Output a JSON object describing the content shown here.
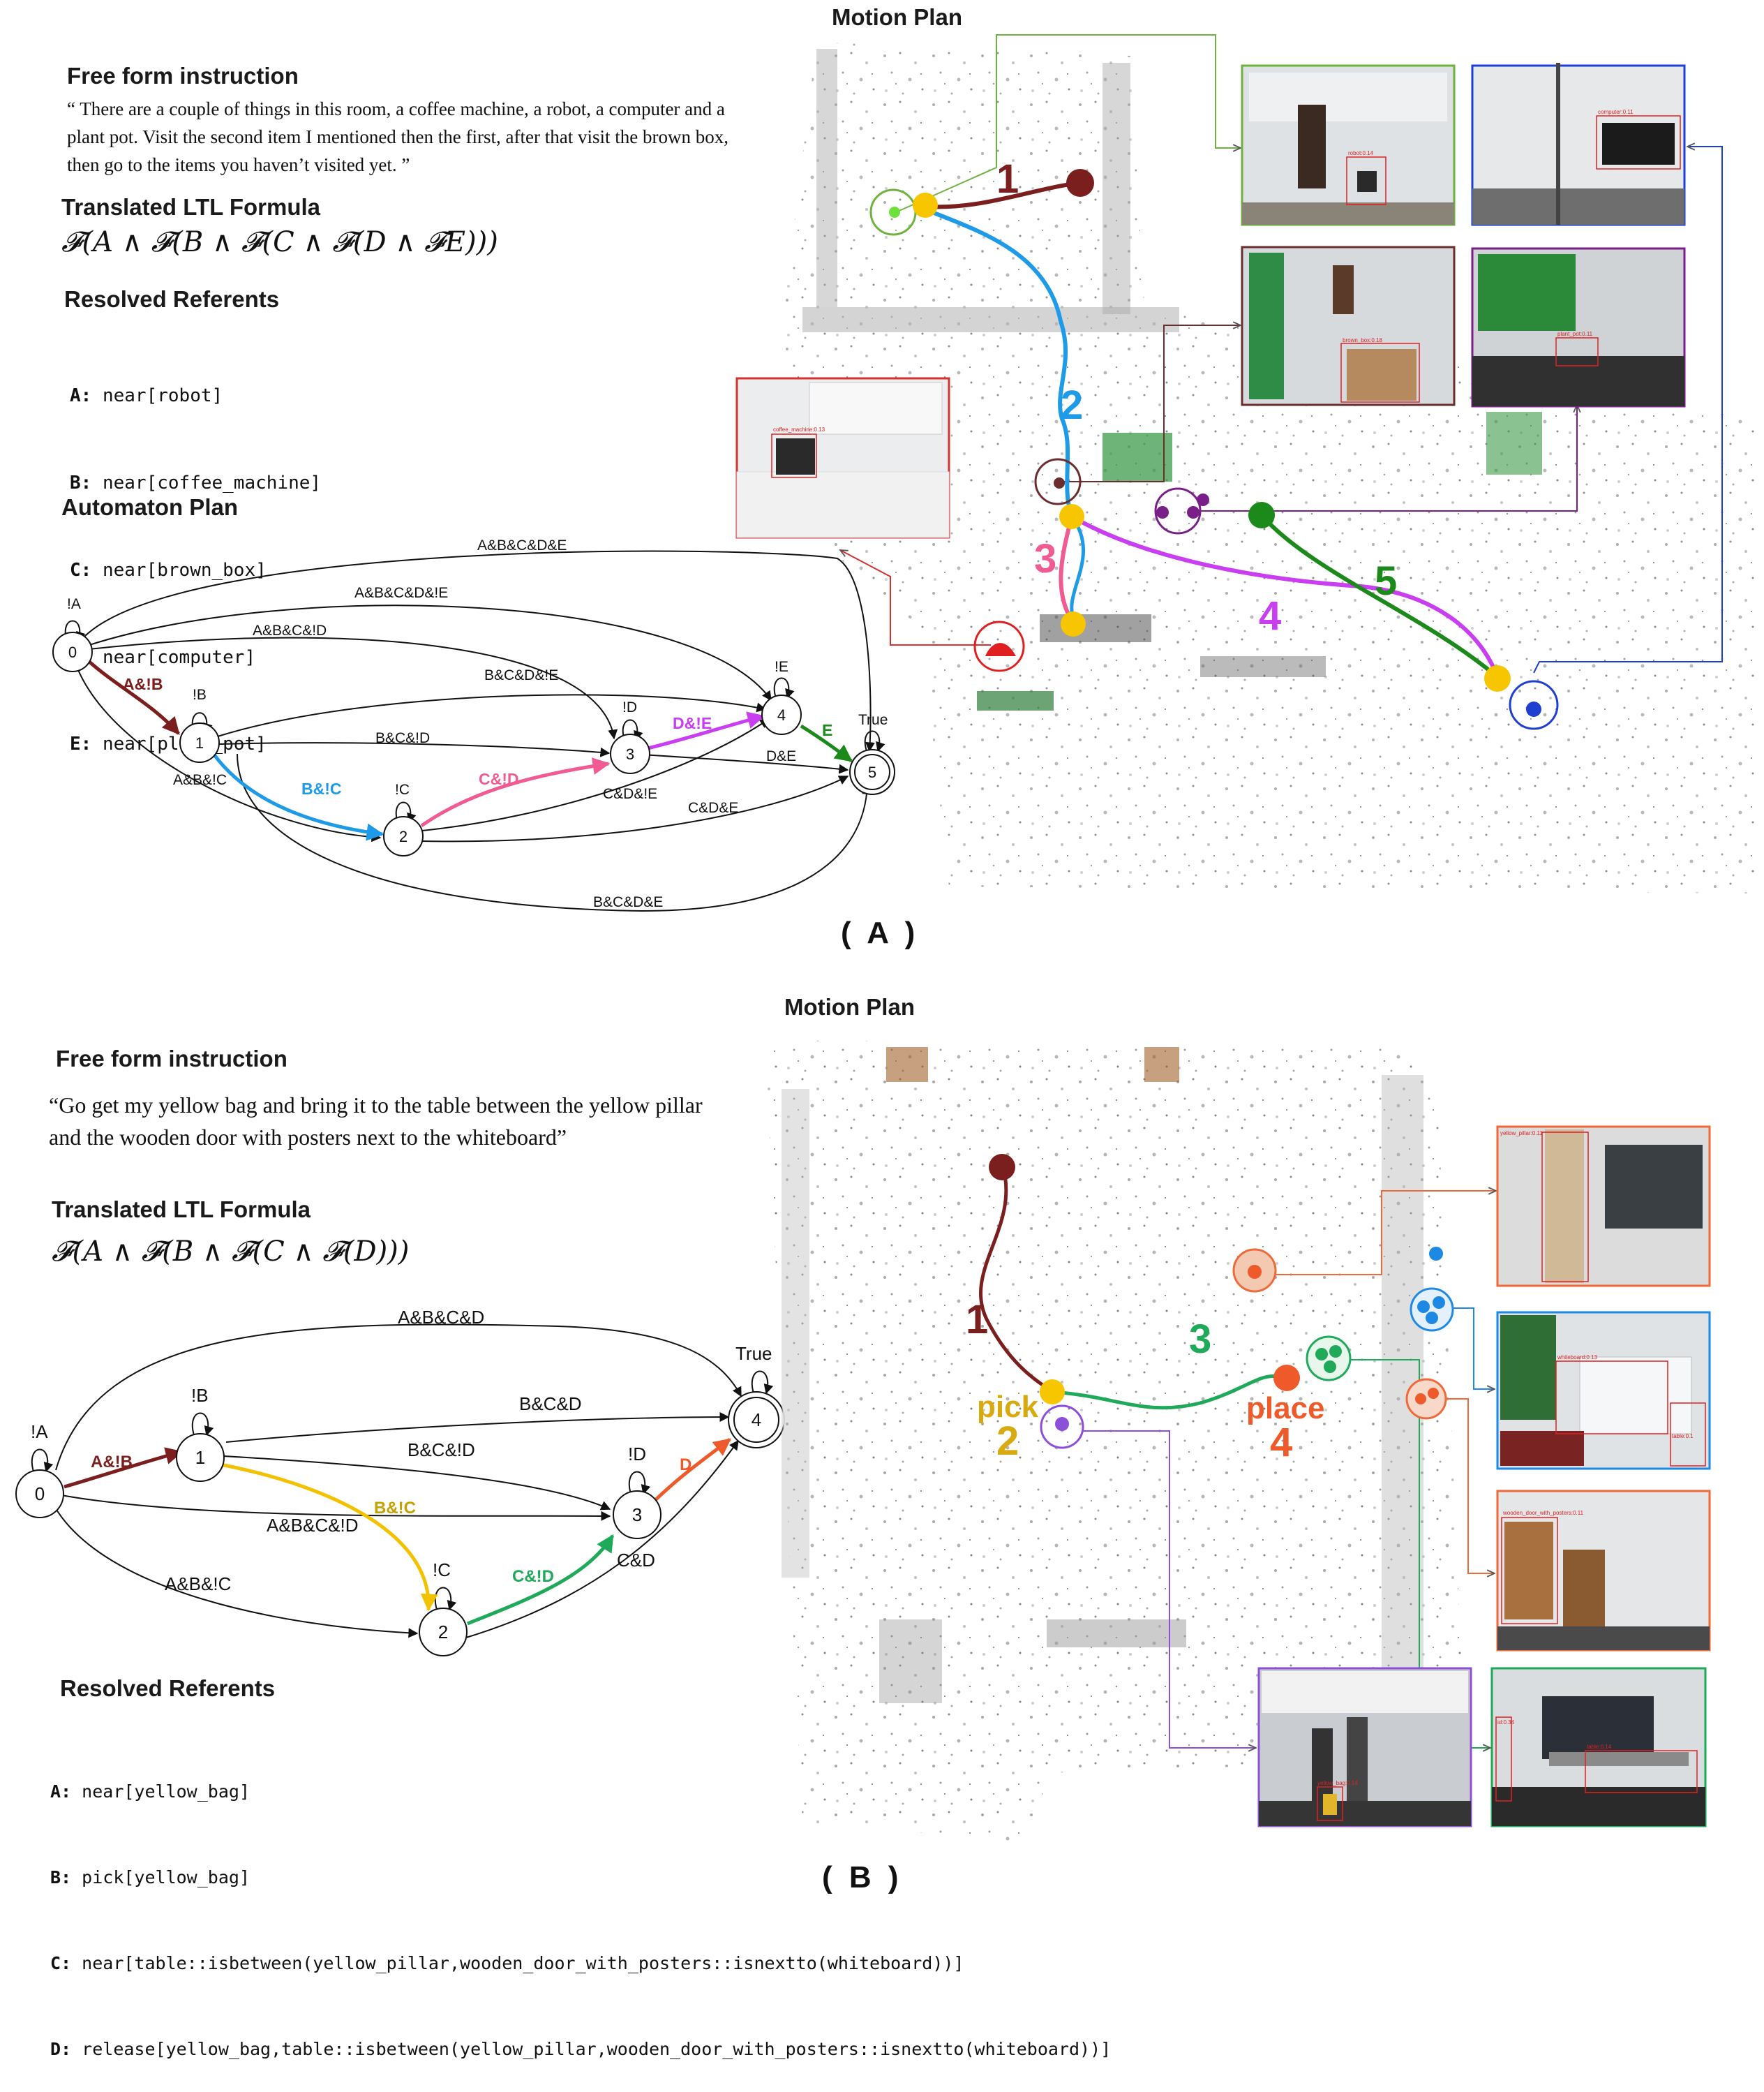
{
  "panel_a": {
    "label": "( A )",
    "motion_plan_title": "Motion Plan",
    "instruction_title": "Free form instruction",
    "instruction_lines": [
      "“ There are a couple of things in this room, a coffee machine, a robot, a computer and a",
      "plant pot. Visit the second item I mentioned then the first, after that visit the brown box,",
      "then go to the items you haven’t visited yet. ”"
    ],
    "ltl_title": "Translated LTL Formula",
    "ltl_formula": "𝓕(A ∧ 𝓕(B ∧ 𝓕(C ∧ 𝓕(D ∧ 𝓕E)))",
    "referents_title": "Resolved  Referents",
    "referents": [
      {
        "key": "A:",
        "value": "near[robot]"
      },
      {
        "key": "B:",
        "value": "near[coffee_machine]"
      },
      {
        "key": "C:",
        "value": "near[brown_box]"
      },
      {
        "key": "D:",
        "value": "near[computer]"
      },
      {
        "key": "E:",
        "value": "near[plant_pot]"
      }
    ],
    "automaton_title": "Automaton Plan",
    "automaton": {
      "nodes": [
        "0",
        "1",
        "2",
        "3",
        "4",
        "5"
      ],
      "self_loops": [
        "!A",
        "!B",
        "!C",
        "!D",
        "!E",
        "True"
      ],
      "plan_edges": [
        {
          "label": "A&!B",
          "color": "#7b1e1e"
        },
        {
          "label": "B&!C",
          "color": "#1e9be8"
        },
        {
          "label": "C&!D",
          "color": "#ef5b92"
        },
        {
          "label": "D&!E",
          "color": "#c93ef0"
        },
        {
          "label": "E",
          "color": "#1b8a1b"
        }
      ],
      "other_edges": [
        "A&B&C&D&E",
        "A&B&C&D&!E",
        "A&B&C&!D",
        "B&C&D&!E",
        "B&C&!D",
        "A&B&!C",
        "D&E",
        "C&D&!E",
        "C&D&E",
        "B&C&D&E"
      ]
    },
    "map_step_numbers": [
      "1",
      "2",
      "3",
      "4",
      "5"
    ],
    "detections": [
      "robot:0.14",
      "computer:0.11",
      "brown_box:0.18",
      "plant_pot:0.11",
      "coffee_machine:0.13"
    ]
  },
  "panel_b": {
    "label": "( B )",
    "motion_plan_title": "Motion Plan",
    "instruction_title": "Free form instruction",
    "instruction_lines": [
      "“Go get my yellow bag and bring it to the table between the yellow pillar",
      "and the wooden door with posters next to the whiteboard”"
    ],
    "ltl_title": "Translated LTL Formula",
    "ltl_formula": "𝓕(A ∧ 𝓕(B ∧ 𝓕(C ∧ 𝓕(D)))",
    "referents_title": "Resolved  Referents",
    "referents": [
      {
        "key": "A:",
        "value": "near[yellow_bag]"
      },
      {
        "key": "B:",
        "value": "pick[yellow_bag]"
      },
      {
        "key": "C:",
        "value": "near[table::isbetween(yellow_pillar,wooden_door_with_posters::isnextto(whiteboard))]"
      },
      {
        "key": "D:",
        "value": "release[yellow_bag,table::isbetween(yellow_pillar,wooden_door_with_posters::isnextto(whiteboard))]"
      }
    ],
    "automaton": {
      "nodes": [
        "0",
        "1",
        "2",
        "3",
        "4"
      ],
      "self_loops": [
        "!A",
        "!B",
        "!C",
        "!D",
        "True"
      ],
      "plan_edges": [
        {
          "label": "A&!B",
          "color": "#7b1e1e"
        },
        {
          "label": "B&!C",
          "color": "#f2c200"
        },
        {
          "label": "C&!D",
          "color": "#1faa5a"
        },
        {
          "label": "D",
          "color": "#ef5a2a"
        }
      ],
      "other_edges": [
        "A&B&C&D",
        "B&C&D",
        "B&C&!D",
        "A&B&C&!D",
        "A&B&!C",
        "C&D"
      ]
    },
    "map_labels": {
      "step1": "1",
      "pick": "pick",
      "step2": "2",
      "step3": "3",
      "place": "place",
      "step4": "4"
    },
    "detections": [
      "yellow_pillar:0.11",
      "whiteboard:0.13",
      "table:0.1",
      "wooden_door_with_posters:0.11",
      "yellow_bag:0.14",
      "table:0.14",
      "id:0.34"
    ]
  },
  "colors": {
    "dark_red": "#7b1e1e",
    "blue": "#1e9be8",
    "pink": "#ef5b92",
    "magenta": "#c93ef0",
    "green": "#1b8a1b",
    "yellow": "#f7c600",
    "purple": "#7a1f8a",
    "orange": "#ef5a2a",
    "teal_green": "#1faa5a"
  }
}
